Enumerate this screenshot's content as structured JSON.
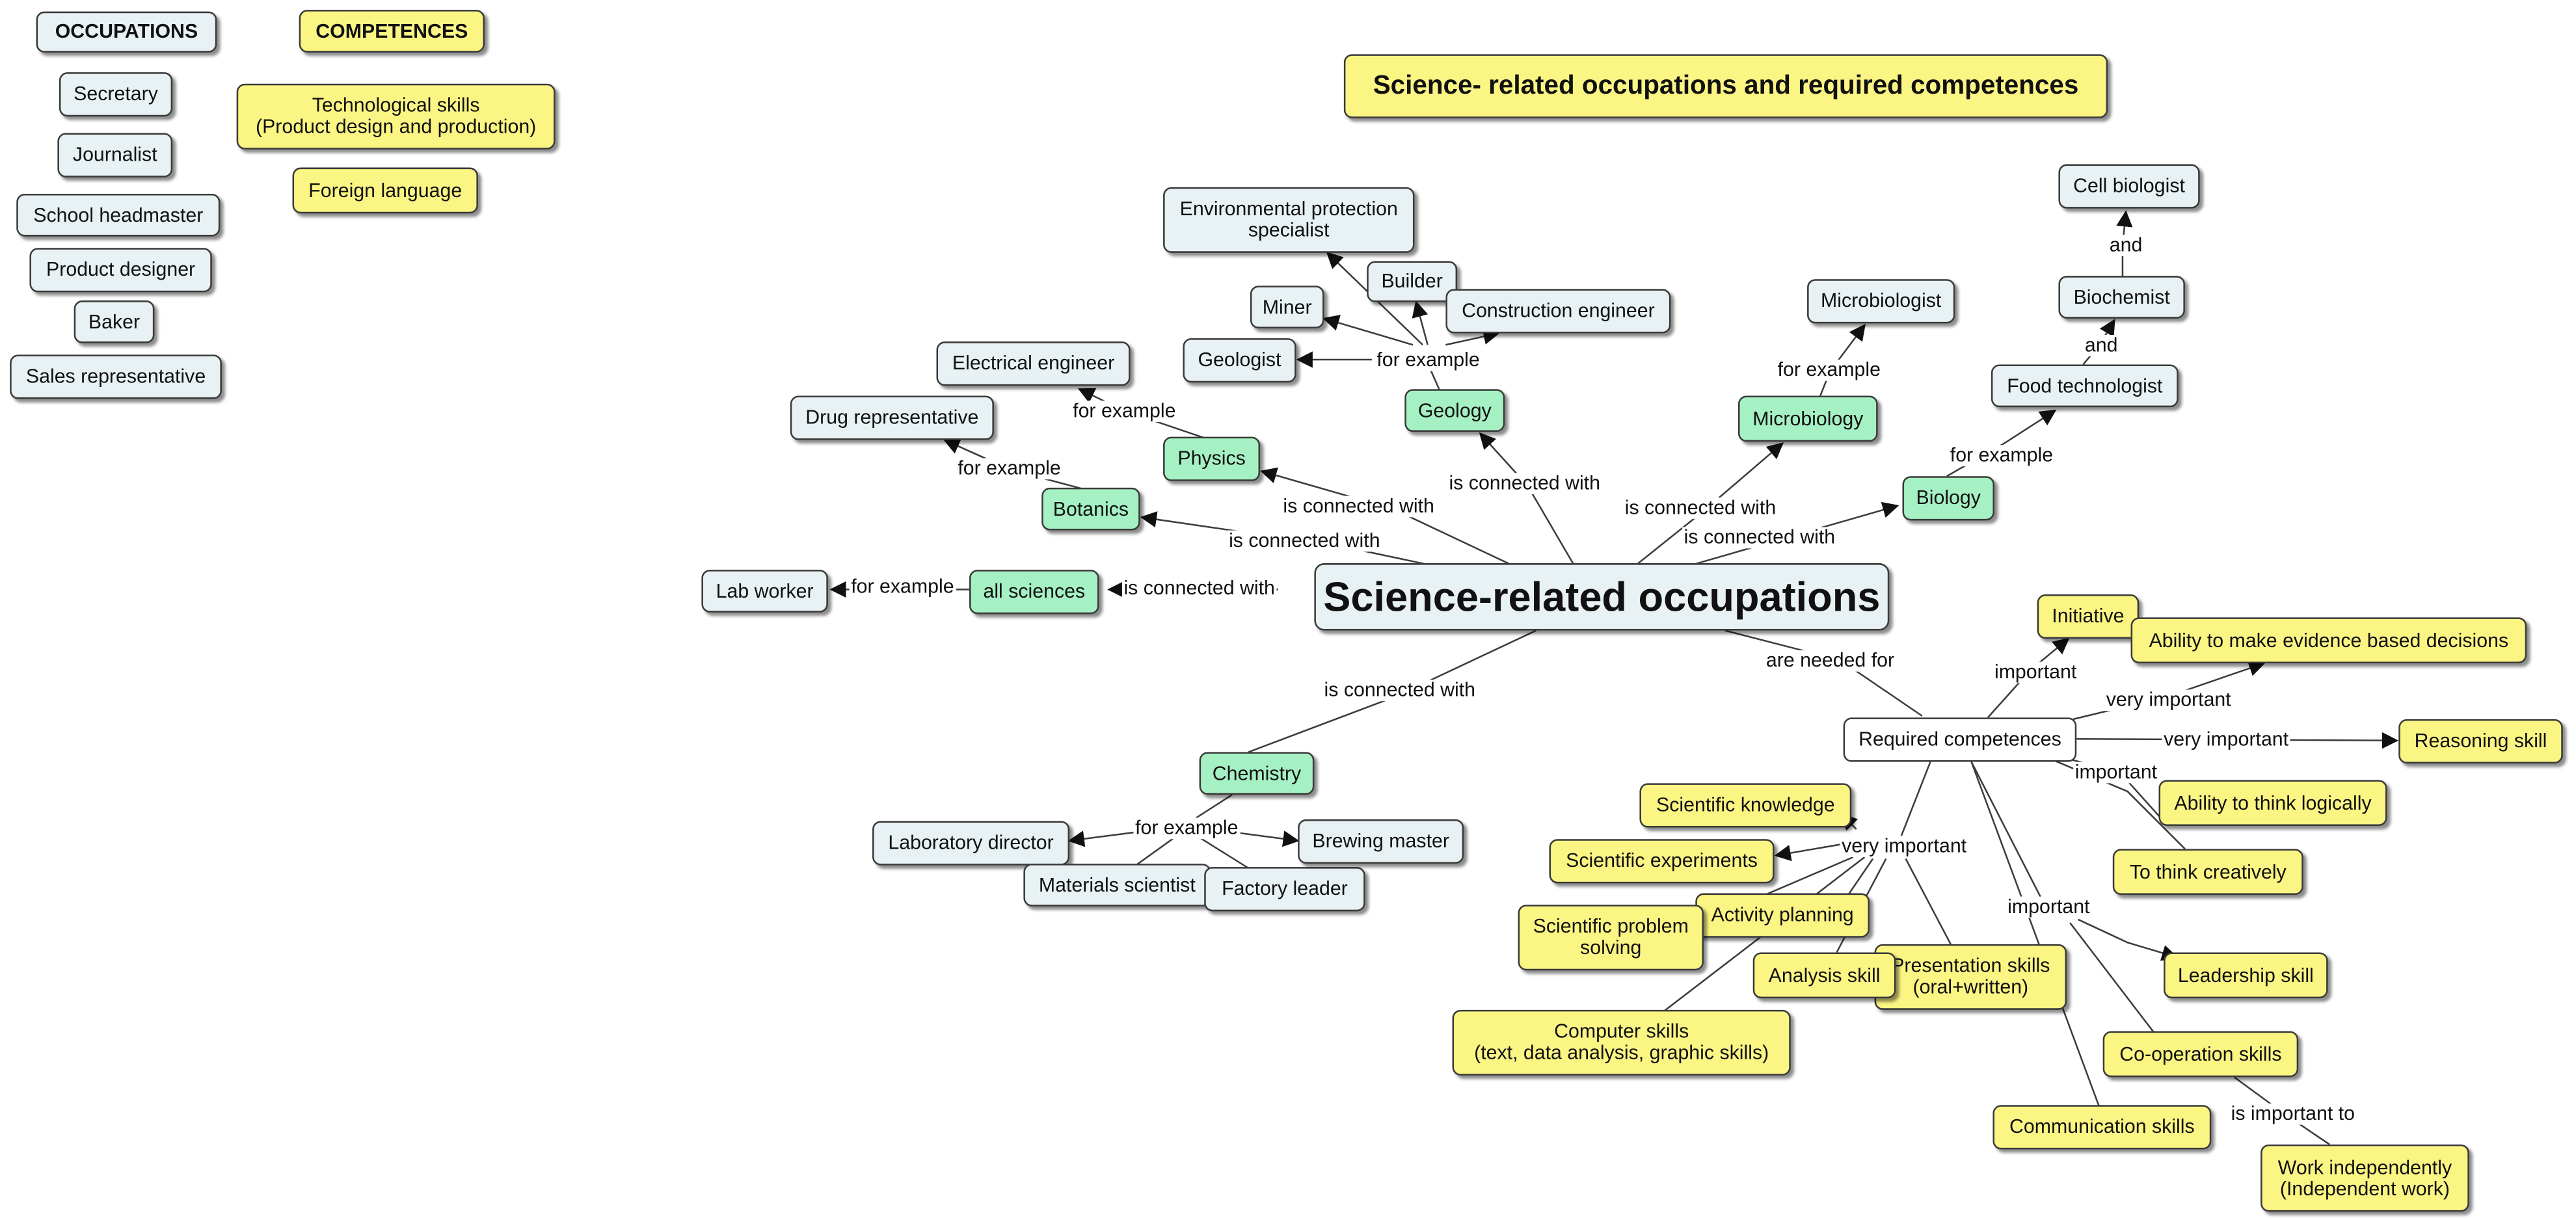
{
  "title": "Science- related occupations and required competences",
  "legend": {
    "occupations": "OCCUPATIONS",
    "competences": "COMPETENCES"
  },
  "legend_occupations": [
    "Secretary",
    "Journalist",
    "School headmaster",
    "Product designer",
    "Baker",
    "Sales representative"
  ],
  "legend_competences": [
    "Technological skills\n(Product design and production)",
    "Foreign language"
  ],
  "center": "Science-related occupations",
  "sciences": {
    "all_sciences": "all sciences",
    "botanics": "Botanics",
    "physics": "Physics",
    "geology": "Geology",
    "microbiology": "Microbiology",
    "biology": "Biology",
    "chemistry": "Chemistry"
  },
  "occupations": {
    "lab_worker": "Lab worker",
    "drug_representative": "Drug representative",
    "electrical_engineer": "Electrical engineer",
    "geologist": "Geologist",
    "miner": "Miner",
    "builder": "Builder",
    "environmental_specialist": "Environmental protection\nspecialist",
    "construction_engineer": "Construction engineer",
    "microbiologist": "Microbiologist",
    "food_technologist": "Food technologist",
    "biochemist": "Biochemist",
    "cell_biologist": "Cell biologist",
    "laboratory_director": "Laboratory director",
    "materials_scientist": "Materials scientist",
    "factory_leader": "Factory leader",
    "brewing_master": "Brewing master"
  },
  "required_competences": "Required competences",
  "competences": {
    "initiative": "Initiative",
    "evidence_decisions": "Ability to make evidence based decisions",
    "reasoning": "Reasoning skill",
    "think_logically": "Ability to think logically",
    "think_creatively": "To think creatively",
    "leadership": "Leadership skill",
    "cooperation": "Co-operation skills",
    "work_independently": "Work independently\n(Independent work)",
    "communication": "Communication skills",
    "presentation": "Presentation skills\n(oral+written)",
    "analysis": "Analysis skill",
    "computer": "Computer skills\n(text, data analysis, graphic skills)",
    "activity_planning": "Activity planning",
    "problem_solving": "Scientific problem\nsolving",
    "experiments": "Scientific experiments",
    "knowledge": "Scientific knowledge"
  },
  "link_labels": {
    "is_connected_with": "is connected with",
    "for_example": "for example",
    "and": "and",
    "are_needed_for": "are needed for",
    "important": "important",
    "very_important": "very important",
    "is_important_to": "is important to"
  },
  "colors": {
    "occupation_fill": "#e8f1f3",
    "science_fill": "#a6f1c3",
    "competence_fill": "#fbf584",
    "border": "#3a3a3a",
    "line": "#3c3c3c"
  }
}
